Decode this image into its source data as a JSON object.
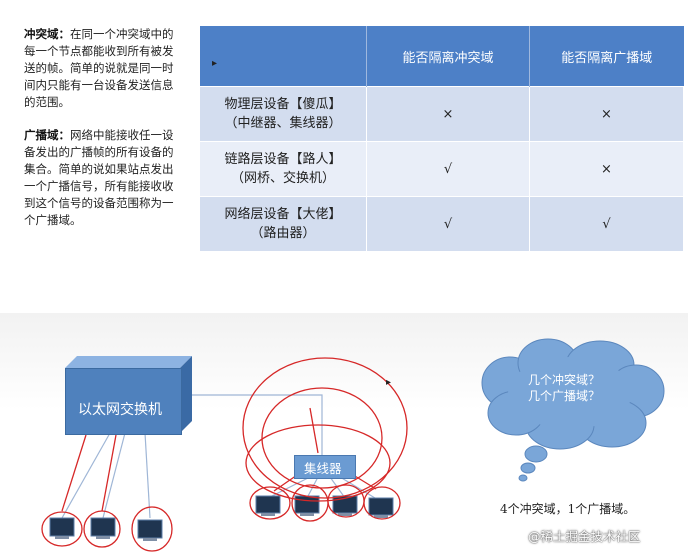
{
  "definitions": [
    {
      "term": "冲突域：",
      "text": "在同一个冲突域中的每一个节点都能收到所有被发送的帧。简单的说就是同一时间内只能有一台设备发送信息的范围。"
    },
    {
      "term": "广播域：",
      "text": "网络中能接收任一设备发出的广播帧的所有设备的集合。简单的说如果站点发出一个广播信号，所有能接收收到这个信号的设备范围称为一个广播域。"
    }
  ],
  "table": {
    "headers": [
      "",
      "能否隔离冲突域",
      "能否隔离广播域"
    ],
    "rows": [
      {
        "label1": "物理层设备【傻瓜】",
        "label2": "（中继器、集线器）",
        "c1": "×",
        "c2": "×"
      },
      {
        "label1": "链路层设备【路人】",
        "label2": "（网桥、交换机）",
        "c1": "√",
        "c2": "×"
      },
      {
        "label1": "网络层设备【大佬】",
        "label2": "（路由器）",
        "c1": "√",
        "c2": "√"
      }
    ]
  },
  "diagram": {
    "switch_label": "以太网交换机",
    "hub_label": "集线器",
    "cloud_text": [
      "几个冲突域？",
      "几个广播域？"
    ],
    "answer": "4个冲突域，1个广播域。",
    "watermark": "@稀土掘金技术社区",
    "colors": {
      "device": "#4f81bd",
      "cloud": "#7aa6d8",
      "annotation": "#d62828"
    }
  }
}
